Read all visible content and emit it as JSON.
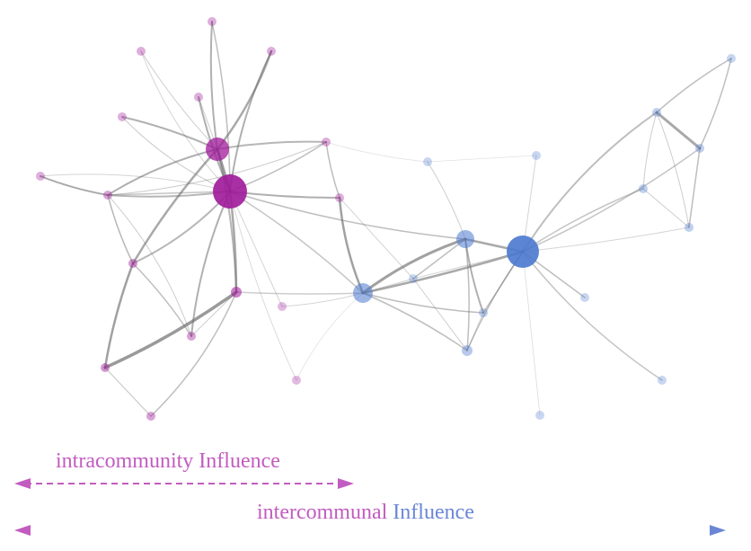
{
  "colors": {
    "community_a": "#a0189a",
    "community_b": "#4a78cf",
    "edge": "#6f6f6f",
    "intra_arrow": "#c25cc0",
    "inter_arrow_start": "#c25cc0",
    "inter_arrow_end": "#6b86d6"
  },
  "legend": {
    "intra_label": "intracommunity Influence",
    "inter_label_part1": "intercommunal ",
    "inter_label_part2": "Influence"
  }
}
